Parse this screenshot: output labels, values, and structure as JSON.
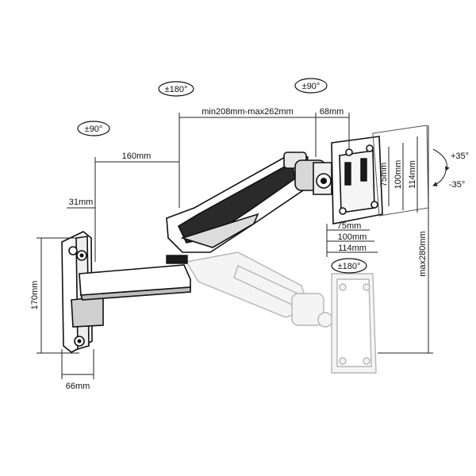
{
  "rotation": {
    "left": "±90°",
    "middle": "±180°",
    "top_right": "±90°",
    "bottom": "±180°"
  },
  "dims": {
    "arm_length": "min208mm-max262mm",
    "first_arm": "160mm",
    "offset": "31mm",
    "plate_height": "170mm",
    "plate_width": "66mm",
    "head_depth": "68mm",
    "height_range": "max280mm",
    "vesa_75_h": "75mm",
    "vesa_100_h": "100mm",
    "vesa_114_h": "114mm",
    "vesa_75_v": "75mm",
    "vesa_100_v": "100mm",
    "vesa_114_v": "114mm",
    "tilt_up": "+35°",
    "tilt_down": "-35°"
  }
}
